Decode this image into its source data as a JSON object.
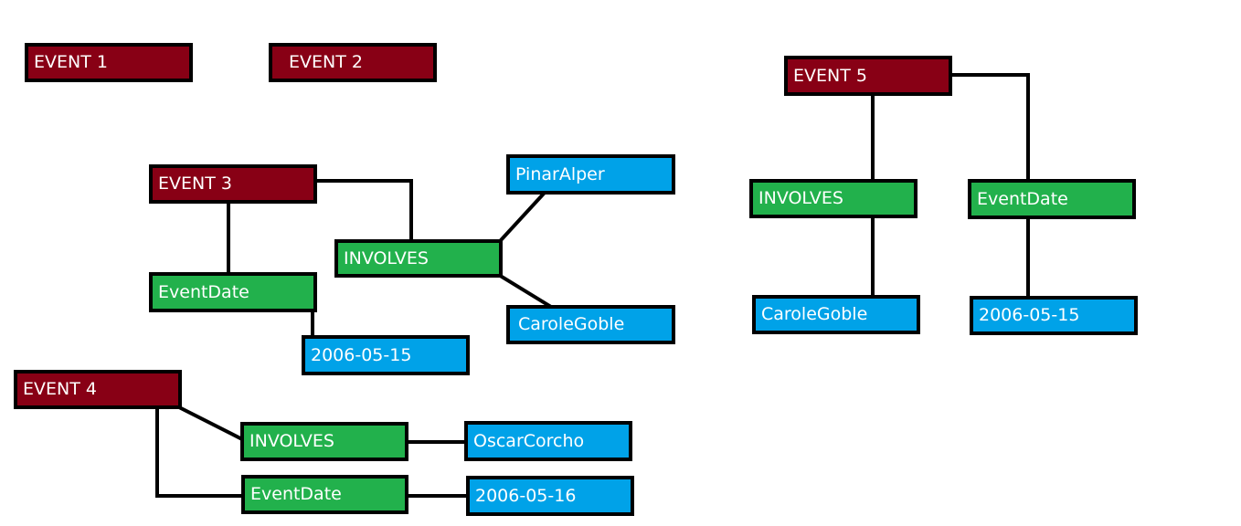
{
  "colors": {
    "event": "#880015",
    "relation": "#22b14c",
    "value": "#00a2e8",
    "border": "#000000",
    "text": "#ffffff"
  },
  "nodes": {
    "event1": "EVENT 1",
    "event2": "EVENT 2",
    "event3": "EVENT 3",
    "event3_involves": "INVOLVES",
    "event3_person1": "PinarAlper",
    "event3_person2": "CaroleGoble",
    "event3_eventdate": "EventDate",
    "event3_date": "2006-05-15",
    "event4": "EVENT 4",
    "event4_involves": "INVOLVES",
    "event4_person": "OscarCorcho",
    "event4_eventdate": "EventDate",
    "event4_date": "2006-05-16",
    "event5": "EVENT 5",
    "event5_involves": "INVOLVES",
    "event5_person": "CaroleGoble",
    "event5_eventdate": "EventDate",
    "event5_date": "2006-05-15"
  }
}
